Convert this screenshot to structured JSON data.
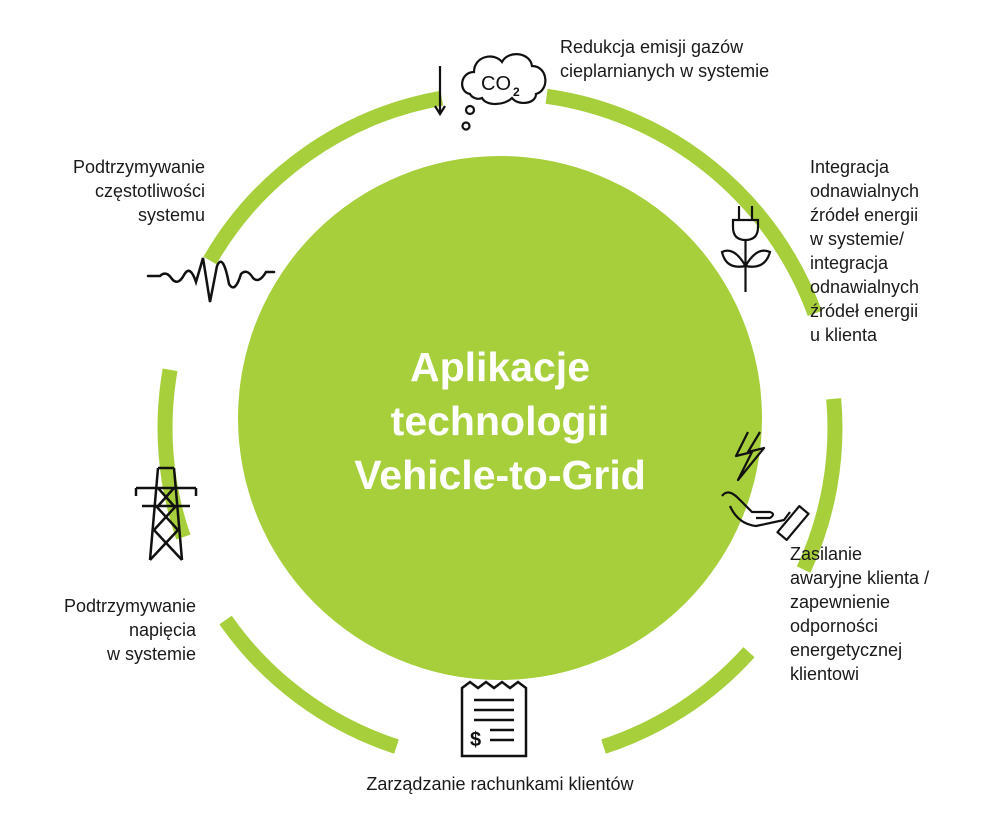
{
  "title": {
    "lines": [
      "Aplikacje",
      "technologii",
      "Vehicle-to-Grid"
    ]
  },
  "colors": {
    "ring": "#a6cf3b",
    "center": "#a6cf3b",
    "title_text": "#ffffff",
    "label_text": "#1a1a1a",
    "icon_stroke": "#111111"
  },
  "nodes": [
    {
      "id": "co2",
      "icon": "co2-cloud-icon",
      "lines": [
        "Redukcja emisji gazów",
        "cieplarnianych w systemie"
      ]
    },
    {
      "id": "renew",
      "icon": "plug-leaf-icon",
      "lines": [
        "Integracja",
        "odnawialnych",
        "źródeł energii",
        "w systemie/",
        "integracja",
        "odnawialnych",
        "źródeł energii",
        "u klienta"
      ]
    },
    {
      "id": "backup",
      "icon": "hand-lightning-icon",
      "lines": [
        "Zasilanie",
        "awaryjne klienta /",
        "zapewnienie",
        "odporności",
        "energetycznej",
        "klientowi"
      ]
    },
    {
      "id": "bills",
      "icon": "invoice-receipt-icon",
      "lines": [
        "Zarządzanie rachunkami klientów"
      ]
    },
    {
      "id": "voltage",
      "icon": "power-pylon-icon",
      "lines": [
        "Podtrzymywanie",
        "napięcia",
        "w systemie"
      ]
    },
    {
      "id": "freq",
      "icon": "waveform-icon",
      "lines": [
        "Podtrzymywanie",
        "częstotliwości",
        "systemu"
      ]
    }
  ],
  "icons": {
    "co2_text": "CO",
    "co2_sub": "2"
  }
}
